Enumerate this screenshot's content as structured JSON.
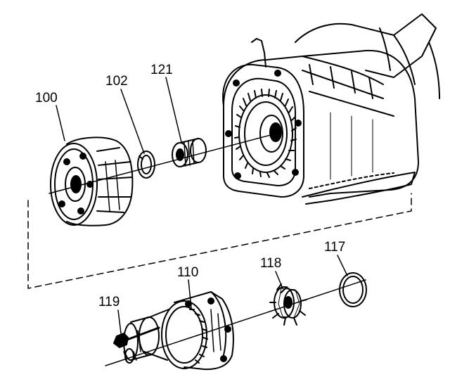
{
  "callouts": {
    "c100": "100",
    "c102": "102",
    "c121": "121",
    "c110": "110",
    "c118": "118",
    "c117": "117",
    "c119": "119"
  },
  "colors": {
    "ink": "#000000",
    "paper": "#ffffff"
  }
}
